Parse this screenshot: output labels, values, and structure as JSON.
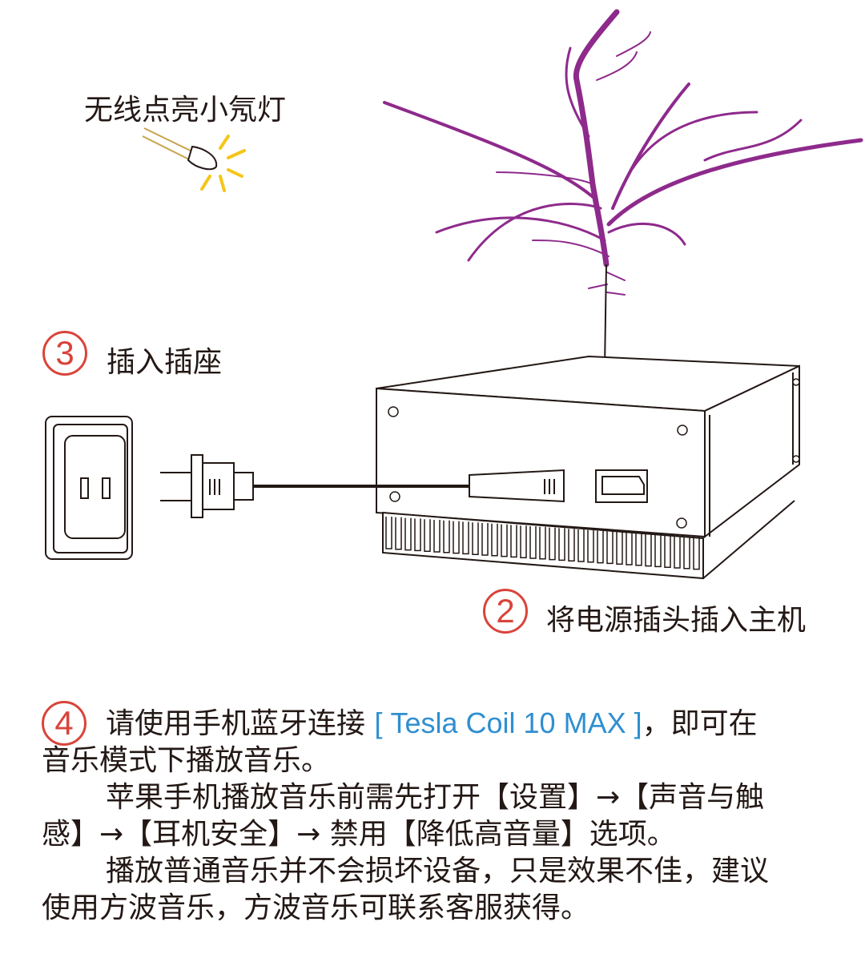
{
  "labels": {
    "bulb": "无线点亮小氖灯",
    "step3_num": "3",
    "step3": "插入插座",
    "step2_num": "2",
    "step2": "将电源插头插入主机",
    "step4_num": "4"
  },
  "instructions": {
    "line1_pre": "请使用手机蓝牙连接",
    "device_name": "[ Tesla Coil 10 MAX ]",
    "line1_post": "，即可在",
    "line2": "音乐模式下播放音乐。",
    "line3": "苹果手机播放音乐前需先打开【设置】→【声音与触",
    "line4": "感】→【耳机安全】→ 禁用【降低高音量】选项。",
    "line5": "播放普通音乐并不会损坏设备，只是效果不佳，建议",
    "line6": "使用方波音乐，方波音乐可联系客服获得。"
  },
  "colors": {
    "accent_red": "#d9443b",
    "link_blue": "#2f8fd0",
    "arc_purple": "#8e2a8c",
    "spark_yellow": "#f5c518"
  }
}
